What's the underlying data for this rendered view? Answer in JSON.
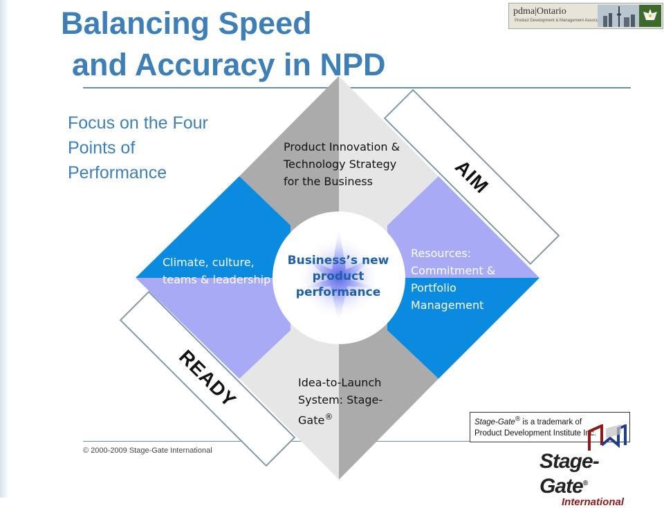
{
  "title": {
    "line1": "Balancing Speed",
    "line2": "and Accuracy in NPD"
  },
  "subtitle": "Focus on the Four Points of Performance",
  "quadrants": {
    "top": "Product Innovation & Technology Strategy for the Business",
    "right": "Resources: Commitment & Portfolio Management",
    "bottom": "Idea-to-Launch System: Stage-Gate",
    "bottom_mark": "®",
    "left": "Climate, culture, teams & leadership"
  },
  "center": "Business’s new product performance",
  "tags": {
    "aim": "AIM",
    "ready": "READY"
  },
  "copyright": "© 2000-2009 Stage-Gate International",
  "trademark": {
    "brand": "Stage-Gate",
    "mark": "®",
    "line1_rest": " is a trademark of",
    "line2": "Product Development Institute Inc."
  },
  "logo": {
    "name": "Stage-Gate",
    "sub": "International",
    "tm": "®"
  },
  "pdma": {
    "name": "pdma",
    "region": "Ontario",
    "sub": "Product Development & Management Association"
  },
  "colors": {
    "title_blue": "#3d7fb6",
    "dark_gray": "#ababab",
    "light_gray": "#e6e6e6",
    "bright_blue": "#0a8be0",
    "lavender": "#a8aaf5",
    "tag_border": "#7f98a8"
  }
}
